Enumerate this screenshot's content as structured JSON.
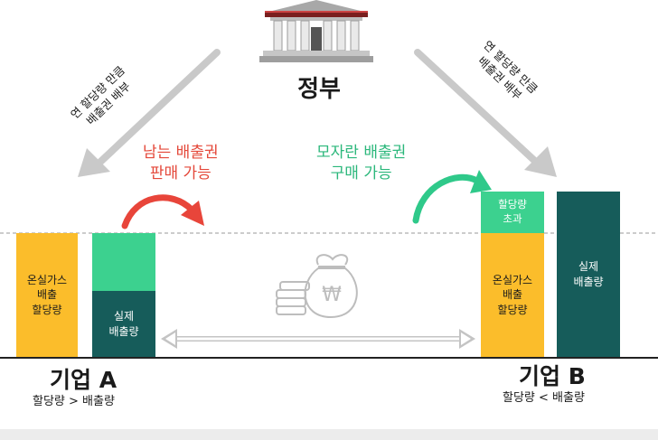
{
  "government": {
    "label": "정부"
  },
  "arrows": {
    "left_text": "연 할당량 만큼\n배출권 배부",
    "right_text": "연 할당량 만큼\n배출권 배부"
  },
  "captions": {
    "sell": "남는 배출권\n판매 가능",
    "buy": "모자란 배출권\n구매 가능"
  },
  "company_a": {
    "name": "기업 A",
    "relation": "할당량 > 배출량",
    "allocation_label": "온실가스\n배출\n할당량",
    "actual_label": "실제\n배출량"
  },
  "company_b": {
    "name": "기업 B",
    "relation": "할당량 < 배출량",
    "allocation_label": "온실가스\n배출\n할당량",
    "excess_label": "할당량\n초과",
    "actual_label": "실제\n배출량"
  },
  "colors": {
    "allocation": "#fbbd2b",
    "surplus": "#3cd18f",
    "actual": "#165c5a",
    "red_arrow": "#e8453a",
    "green_arrow": "#2fc98a",
    "gray_arrow": "#c9c9c9",
    "red_text": "#e4483a",
    "green_text": "#2bb77b"
  },
  "icons": {
    "money_bag": "money-bag-icon",
    "government_building": "government-building-icon"
  }
}
